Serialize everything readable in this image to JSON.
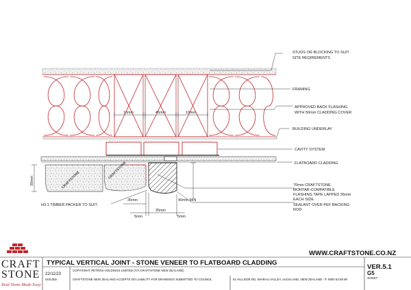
{
  "labels": {
    "studs": [
      "STUDS OR BLOCKING TO SUIT",
      "SITE REQIREMENTS"
    ],
    "framing": "FRAMING",
    "flashing": [
      "APPROVED BACK FLASHING",
      "WITH 50mm CLADDING COVER"
    ],
    "underlay": "BUILDING UNDERLAY",
    "cavity": "CAVITY SYSTEM",
    "flatboard": "FLATBOARD CLADDING",
    "mortar": [
      "70mm CRAFTSTONE",
      "MORTAR-COMPATIBLE",
      "FLASHING TAPE LAPPED 35mm",
      "EACH SIDE"
    ],
    "sealant": [
      "SEALANT OVER PEF BACKING",
      "ROD"
    ],
    "packer": "H3.1 TIMBER PACKER TO SUIT"
  },
  "dimensions": {
    "d10_left": "10mm",
    "d45": "45mm",
    "d10_right": "10mm",
    "d30": "30mm",
    "d35_upper": "35mm",
    "d40": "40mm MIN",
    "d5_left": "5mm",
    "d35_lower": "35mm",
    "d5_right": "5mm"
  },
  "stone_tags": [
    "CRAFTSTONE",
    "CRAFTSTONE"
  ],
  "titleblock": {
    "title": "TYPICAL VERTICAL JOINT - STONE VENEER TO FLATBOARD CLADDING",
    "website": "WWW.CRAFTSTONE.CO.NZ",
    "version": "VER.5.1",
    "sheet": "G5",
    "sheet_label": "SHEET",
    "date": "22/11/23",
    "issued": "ISSUED",
    "copyright": "COPYRIGHT PETROS HOLDINGS LIMITED (T/A CRAFTSTONE NEW ZEALAND)",
    "liability": "CRAFTSTONE NEW ZEALAND ACCEPTS NO LIABILITY FOR DRAWINGS SUBMITTED TO COUNCIL",
    "address": "61 HILLSIDE RD, WAIRAU VALLEY, AUCKLAND, NEW ZEALAND - P. 0800 63 88 99"
  },
  "logo": {
    "line1": "CRAFT",
    "line2": "STONE",
    "tagline": "Real Stone Made Easy"
  },
  "colors": {
    "red": "#c0272d",
    "line": "#222222",
    "grey": "#9a9a9a"
  }
}
